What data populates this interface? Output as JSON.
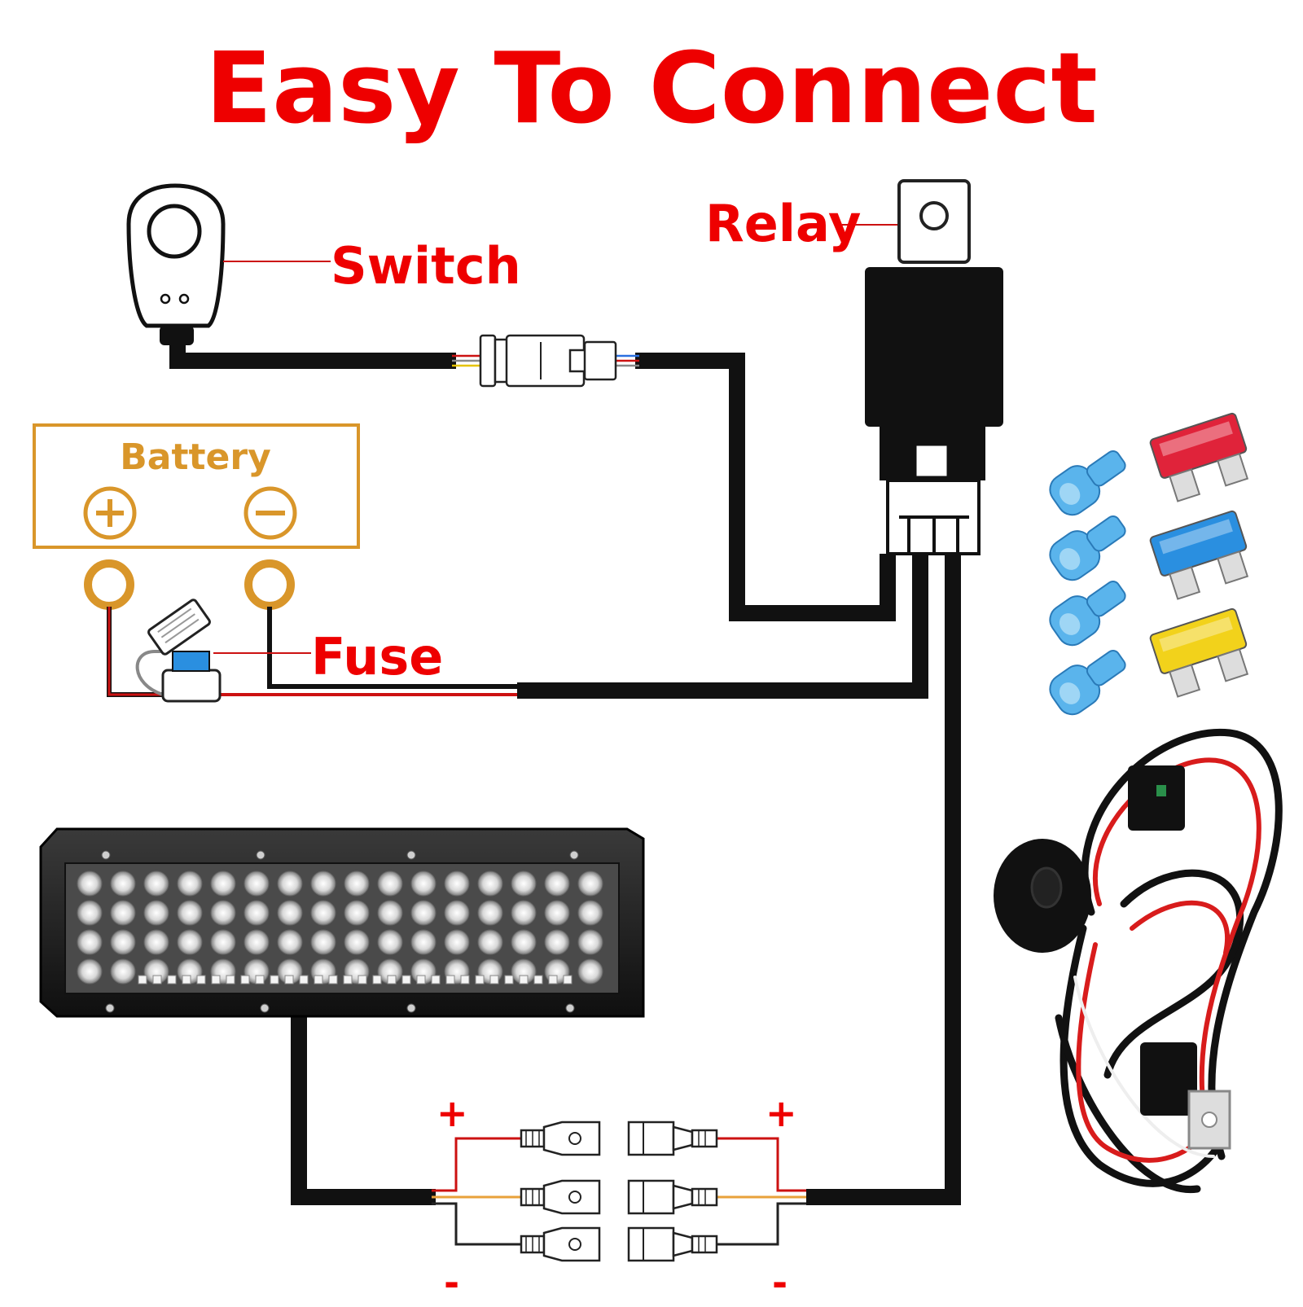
{
  "title": "Easy To Connect",
  "labels": {
    "switch": "Switch",
    "relay": "Relay",
    "battery": "Battery",
    "fuse": "Fuse"
  },
  "polarity": {
    "plus": "+",
    "minus": "-"
  },
  "colors": {
    "title_red": "#ee0000",
    "battery_amber": "#d9962a",
    "wire_black": "#111111",
    "wire_red": "#cc1111",
    "fuse_red": "#e0233a",
    "fuse_blue": "#2a8fe0",
    "fuse_yellow": "#f2d21b",
    "terminal_blue": "#5ab4ec"
  },
  "accessories": {
    "terminals": [
      "blue-insulated-connector",
      "blue-insulated-connector",
      "blue-insulated-connector",
      "blue-insulated-connector"
    ],
    "fuses": [
      "red-blade-fuse",
      "blue-blade-fuse",
      "yellow-blade-fuse"
    ]
  }
}
